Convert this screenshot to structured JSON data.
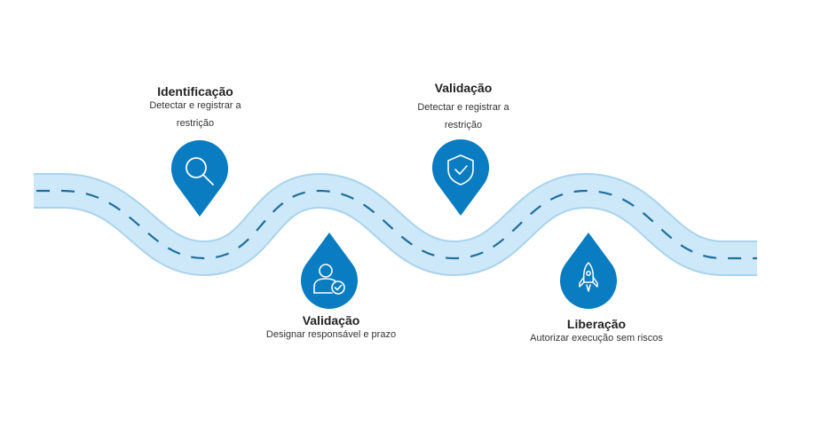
{
  "colors": {
    "road_fill": "#cde9f9",
    "road_edge": "#a9d3ec",
    "dash": "#1f6e9c",
    "pin": "#0a7cc1",
    "icon": "#ffffff"
  },
  "steps": [
    {
      "title": "Identificação",
      "description": "Detectar e registrar a restrição",
      "icon": "search-icon"
    },
    {
      "title": "Validação",
      "description": "Designar responsável e prazo",
      "icon": "user-check-icon"
    },
    {
      "title": "Validação",
      "description": "Detectar e registrar a restrição",
      "icon": "shield-check-icon"
    },
    {
      "title": "Liberação",
      "description": "Autorizar execução sem riscos",
      "icon": "rocket-icon"
    }
  ]
}
